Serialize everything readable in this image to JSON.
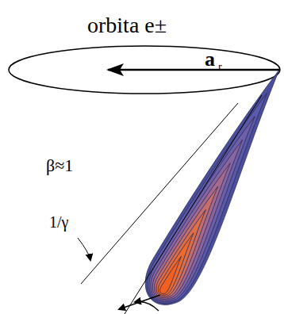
{
  "diagram": {
    "labels": [
      "orbita e±",
      "a",
      "r",
      "β≈1",
      "1/γ"
    ]
  }
}
